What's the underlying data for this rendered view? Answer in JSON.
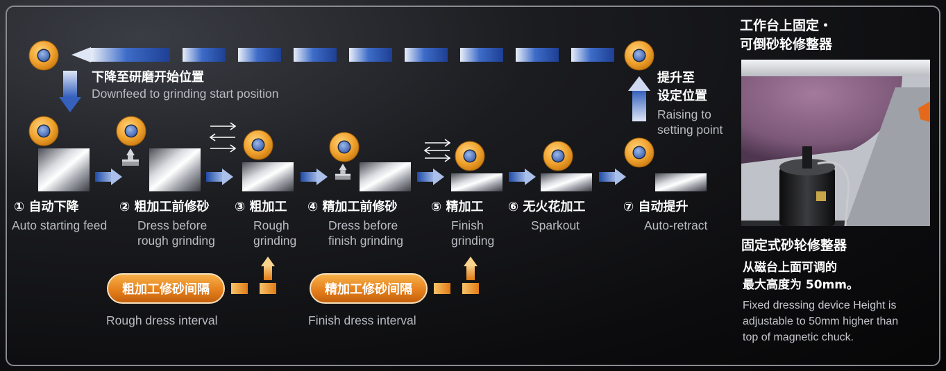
{
  "top_path": {
    "downfeed_zh": "下降至研磨开始位置",
    "downfeed_en": "Downfeed to grinding start position",
    "raise_zh_line1": "提升至",
    "raise_zh_line2": "设定位置",
    "raise_en_line1": "Raising to",
    "raise_en_line2": "setting point"
  },
  "steps": [
    {
      "zh": "① 自动下降",
      "en": [
        "Auto starting feed"
      ]
    },
    {
      "zh": "② 粗加工前修砂",
      "en": [
        "Dress before",
        "rough grinding"
      ]
    },
    {
      "zh": "③ 粗加工",
      "en": [
        "Rough",
        "grinding"
      ]
    },
    {
      "zh": "④ 精加工前修砂",
      "en": [
        "Dress before",
        "finish grinding"
      ]
    },
    {
      "zh": "⑤ 精加工",
      "en": [
        "Finish",
        "grinding"
      ]
    },
    {
      "zh": "⑥ 无火花加工",
      "en": [
        "Sparkout"
      ]
    },
    {
      "zh": "⑦ 自动提升",
      "en": [
        "Auto-retract"
      ]
    }
  ],
  "intervals": {
    "rough_zh": "粗加工修砂间隔",
    "rough_en": "Rough dress interval",
    "finish_zh": "精加工修砂间隔",
    "finish_en": "Finish dress interval"
  },
  "side_panel": {
    "title_line1": "工作台上固定・",
    "title_line2": "可倒砂轮修整器",
    "caption_title": "固定式砂轮修整器",
    "caption_zh_line1": "从磁台上面可调的",
    "caption_zh_line2": "最大高度为 50mm。",
    "caption_en_line1": "Fixed dressing device Height is",
    "caption_en_line2": "adjustable to 50mm higher than",
    "caption_en_line3": "top of magnetic chuck."
  },
  "colors": {
    "wheel_outer": "#f0a22e",
    "wheel_inner": "#5a7fc4",
    "arrow_blue": "#2f5ab5",
    "interval_orange": "#e9881e"
  },
  "icons": {
    "wheel": "grinding-wheel-icon",
    "dresser": "dresser-icon",
    "workpiece": "workpiece-block-icon",
    "reciprocate": "double-arrow-icon"
  }
}
